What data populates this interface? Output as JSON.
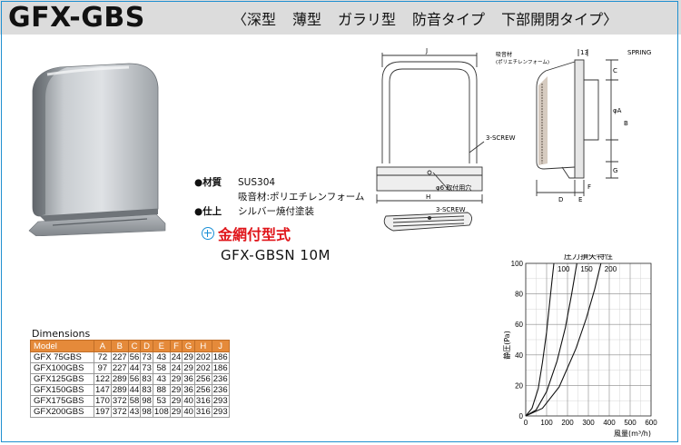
{
  "header": {
    "model": "GFX-GBS",
    "features": [
      "〈深型",
      "薄型",
      "ガラリ型",
      "防音タイプ",
      "下部開閉タイプ〉"
    ]
  },
  "specs": [
    {
      "key": "●材質",
      "value": "SUS304"
    },
    {
      "key": "",
      "value": "吸音材:ポリエチレンフォーム"
    },
    {
      "key": "●仕上",
      "value": "シルバー焼付塗装"
    }
  ],
  "mesh": {
    "title": "金網付型式",
    "model": "GFX-GBSN 10M"
  },
  "drawing": {
    "labels": {
      "J": "J",
      "H": "H",
      "screw1": "3-SCREW",
      "screw2": "3-SCREW",
      "hole": "φ6 取付用穴",
      "absorb1": "吸音材",
      "absorb2": "(ポリエチレンフォーム)",
      "n13": "13",
      "spring": "SPRING",
      "C": "C",
      "A": "φA",
      "B": "B",
      "G": "G",
      "D": "D",
      "E": "E",
      "F": "F"
    }
  },
  "dimensions": {
    "title": "Dimensions",
    "headers": [
      "Model",
      "A",
      "B",
      "C",
      "D",
      "E",
      "F",
      "G",
      "H",
      "J"
    ],
    "rows": [
      [
        "GFX 75GBS",
        "72",
        "227",
        "56",
        "73",
        "43",
        "24",
        "29",
        "202",
        "186"
      ],
      [
        "GFX100GBS",
        "97",
        "227",
        "44",
        "73",
        "58",
        "24",
        "29",
        "202",
        "186"
      ],
      [
        "GFX125GBS",
        "122",
        "289",
        "56",
        "83",
        "43",
        "29",
        "36",
        "256",
        "236"
      ],
      [
        "GFX150GBS",
        "147",
        "289",
        "44",
        "83",
        "88",
        "29",
        "36",
        "256",
        "236"
      ],
      [
        "GFX175GBS",
        "170",
        "372",
        "58",
        "98",
        "53",
        "29",
        "40",
        "316",
        "293"
      ],
      [
        "GFX200GBS",
        "197",
        "372",
        "43",
        "98",
        "108",
        "29",
        "40",
        "316",
        "293"
      ]
    ]
  },
  "chart_data": {
    "type": "line",
    "title": "圧力損失特性",
    "xlabel": "風量(m³/h)",
    "ylabel": "静圧(Pa)",
    "xlim": [
      0,
      600
    ],
    "ylim": [
      0,
      100
    ],
    "xticks": [
      0,
      100,
      200,
      300,
      400,
      500,
      600
    ],
    "yticks": [
      0,
      20,
      40,
      60,
      80,
      100
    ],
    "grid": true,
    "series": [
      {
        "name": "100",
        "x": [
          0,
          30,
          60,
          80,
          100,
          115,
          125,
          135
        ],
        "y": [
          0,
          5,
          18,
          35,
          55,
          75,
          88,
          100
        ]
      },
      {
        "name": "150",
        "x": [
          0,
          50,
          100,
          150,
          190,
          220,
          245
        ],
        "y": [
          0,
          4,
          16,
          36,
          58,
          80,
          100
        ]
      },
      {
        "name": "200",
        "x": [
          0,
          80,
          160,
          240,
          290,
          330,
          360
        ],
        "y": [
          0,
          5,
          19,
          44,
          64,
          83,
          100
        ]
      }
    ]
  }
}
